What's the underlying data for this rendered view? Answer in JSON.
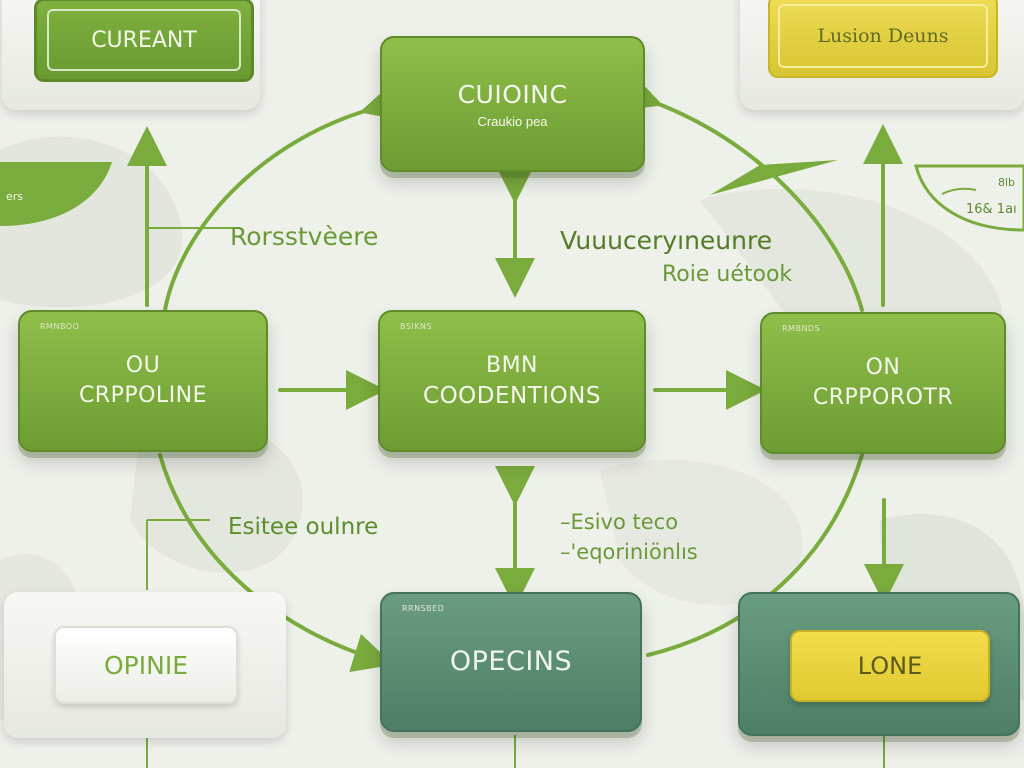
{
  "colors": {
    "green": "#7aab3d",
    "dark_green": "#5f8b2b",
    "teal": "#5a8c72",
    "yellow": "#e3d23f",
    "label_green": "#6a9a38",
    "background": "#eef0ea"
  },
  "top_left": {
    "label": "CUREANT"
  },
  "top_right": {
    "label": "Lusion Deuns"
  },
  "top_center": {
    "title": "CUIOINC",
    "subtitle": "Craukio pea"
  },
  "mid_left": {
    "tag": "RMNBOO",
    "line1": "OU",
    "line2": "CRPPOLINE"
  },
  "mid_center": {
    "tag": "BSIKNS",
    "line1": "BMN",
    "line2": "COODENTIONS"
  },
  "mid_right": {
    "tag": "RMBNDS",
    "line1": "ON",
    "line2": "CRPPOROTR"
  },
  "bottom_center": {
    "tag": "RRNSBED",
    "label": "OPECINS"
  },
  "bottom_left": {
    "label": "OPINIE"
  },
  "bottom_right": {
    "label": "LONE"
  },
  "labels": {
    "left_top": "Rorsstvèere",
    "right_top_line1": "Vuuuceryıneunre",
    "right_top_line2": "Roie uétook",
    "left_bottom": "Esitee oulnre",
    "right_bottom_line1": "–Esivo teco",
    "right_bottom_line2": "–'eqoriniönlıs"
  },
  "edge_left": {
    "text": "ers"
  },
  "edge_right": {
    "line1": "8lb",
    "line2": "16& 1aı"
  }
}
